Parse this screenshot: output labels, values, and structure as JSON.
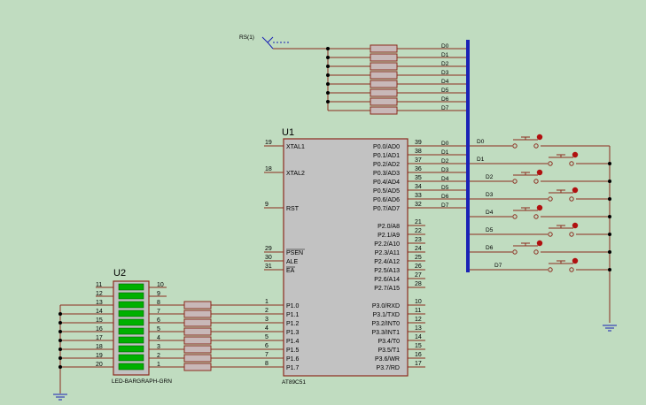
{
  "rn_label": "RS(1)",
  "u1": {
    "ref": "U1",
    "part": "AT89C51",
    "left_pins": [
      {
        "num": "19",
        "name": "XTAL1"
      },
      {
        "num": "18",
        "name": "XTAL2"
      },
      {
        "num": "9",
        "name": "RST"
      },
      {
        "num": "29",
        "name": "PSEN"
      },
      {
        "num": "30",
        "name": "ALE"
      },
      {
        "num": "31",
        "name": "EA"
      },
      {
        "num": "1",
        "name": "P1.0"
      },
      {
        "num": "2",
        "name": "P1.1"
      },
      {
        "num": "3",
        "name": "P1.2"
      },
      {
        "num": "4",
        "name": "P1.3"
      },
      {
        "num": "5",
        "name": "P1.4"
      },
      {
        "num": "6",
        "name": "P1.5"
      },
      {
        "num": "7",
        "name": "P1.6"
      },
      {
        "num": "8",
        "name": "P1.7"
      }
    ],
    "right_pins": [
      {
        "num": "39",
        "name": "P0.0/AD0"
      },
      {
        "num": "38",
        "name": "P0.1/AD1"
      },
      {
        "num": "37",
        "name": "P0.2/AD2"
      },
      {
        "num": "36",
        "name": "P0.3/AD3"
      },
      {
        "num": "35",
        "name": "P0.4/AD4"
      },
      {
        "num": "34",
        "name": "P0.5/AD5"
      },
      {
        "num": "33",
        "name": "P0.6/AD6"
      },
      {
        "num": "32",
        "name": "P0.7/AD7"
      },
      {
        "num": "21",
        "name": "P2.0/A8"
      },
      {
        "num": "22",
        "name": "P2.1/A9"
      },
      {
        "num": "23",
        "name": "P2.2/A10"
      },
      {
        "num": "24",
        "name": "P2.3/A11"
      },
      {
        "num": "25",
        "name": "P2.4/A12"
      },
      {
        "num": "26",
        "name": "P2.5/A13"
      },
      {
        "num": "27",
        "name": "P2.6/A14"
      },
      {
        "num": "28",
        "name": "P2.7/A15"
      },
      {
        "num": "10",
        "name": "P3.0/RXD"
      },
      {
        "num": "11",
        "name": "P3.1/TXD"
      },
      {
        "num": "12",
        "name": "P3.2/INT0"
      },
      {
        "num": "13",
        "name": "P3.3/INT1"
      },
      {
        "num": "14",
        "name": "P3.4/T0"
      },
      {
        "num": "15",
        "name": "P3.5/T1"
      },
      {
        "num": "16",
        "name": "P3.6/WR"
      },
      {
        "num": "17",
        "name": "P3.7/RD"
      }
    ]
  },
  "u2": {
    "ref": "U2",
    "part": "LED-BARGRAPH-GRN",
    "left_pins": [
      "11",
      "12",
      "13",
      "14",
      "15",
      "16",
      "17",
      "18",
      "19",
      "20"
    ],
    "right_pins": [
      "10",
      "9",
      "8",
      "7",
      "6",
      "5",
      "4",
      "3",
      "2",
      "1"
    ]
  },
  "rn_nets": [
    "D0",
    "D1",
    "D2",
    "D3",
    "D4",
    "D5",
    "D6",
    "D7"
  ],
  "p0_nets": [
    "D0",
    "D1",
    "D2",
    "D3",
    "D4",
    "D5",
    "D6",
    "D7"
  ],
  "sw_nets": [
    "D0",
    "D1",
    "D2",
    "D3",
    "D4",
    "D5",
    "D6",
    "D7"
  ]
}
